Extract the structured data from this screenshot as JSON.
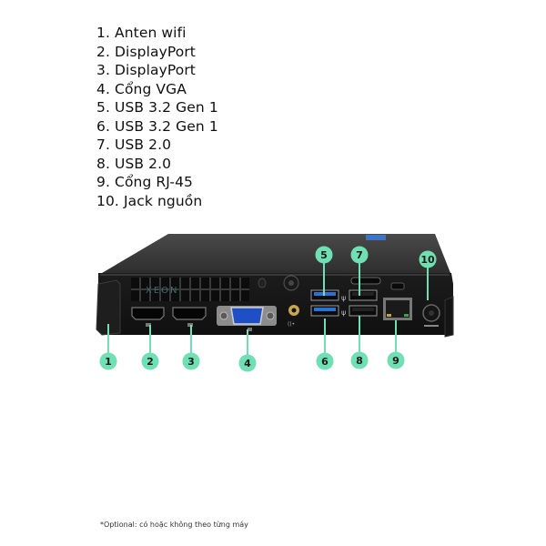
{
  "legend": {
    "items": [
      {
        "num": "1",
        "label": "1. Anten wifi"
      },
      {
        "num": "2",
        "label": "2. DisplayPort"
      },
      {
        "num": "3",
        "label": "3. DisplayPort"
      },
      {
        "num": "4",
        "label": "4. Cổng VGA"
      },
      {
        "num": "5",
        "label": "5. USB 3.2 Gen 1"
      },
      {
        "num": "6",
        "label": "6. USB 3.2 Gen 1"
      },
      {
        "num": "7",
        "label": "7. USB 2.0"
      },
      {
        "num": "8",
        "label": "8. USB 2.0"
      },
      {
        "num": "9",
        "label": "9. Cổng RJ-45"
      },
      {
        "num": "10",
        "label": "10. Jack nguồn"
      }
    ]
  },
  "device": {
    "watermark": "XEON",
    "callout_color": "#6fe0b4"
  },
  "callouts": [
    {
      "num": "1",
      "target": "wifi-antenna"
    },
    {
      "num": "2",
      "target": "displayport-1"
    },
    {
      "num": "3",
      "target": "displayport-2"
    },
    {
      "num": "4",
      "target": "vga-port"
    },
    {
      "num": "5",
      "target": "usb32-top"
    },
    {
      "num": "6",
      "target": "usb32-bottom"
    },
    {
      "num": "7",
      "target": "usb20-top"
    },
    {
      "num": "8",
      "target": "usb20-bottom"
    },
    {
      "num": "9",
      "target": "rj45-port"
    },
    {
      "num": "10",
      "target": "power-jack"
    }
  ],
  "footnote": "*Optional: có hoặc không theo từng máy"
}
